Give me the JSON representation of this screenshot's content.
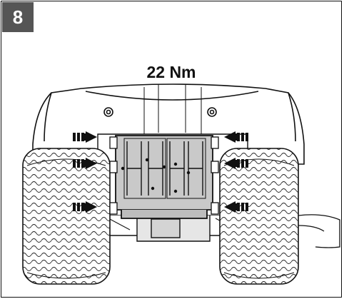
{
  "step": {
    "number": "8"
  },
  "annotation": {
    "torque": "22 Nm"
  },
  "illustration": {
    "subject": "mower-rear-plate-installation",
    "fastener_count": 6,
    "colors": {
      "plate": "#c9c9c9",
      "outline": "#111111",
      "badge": "#555555"
    }
  }
}
